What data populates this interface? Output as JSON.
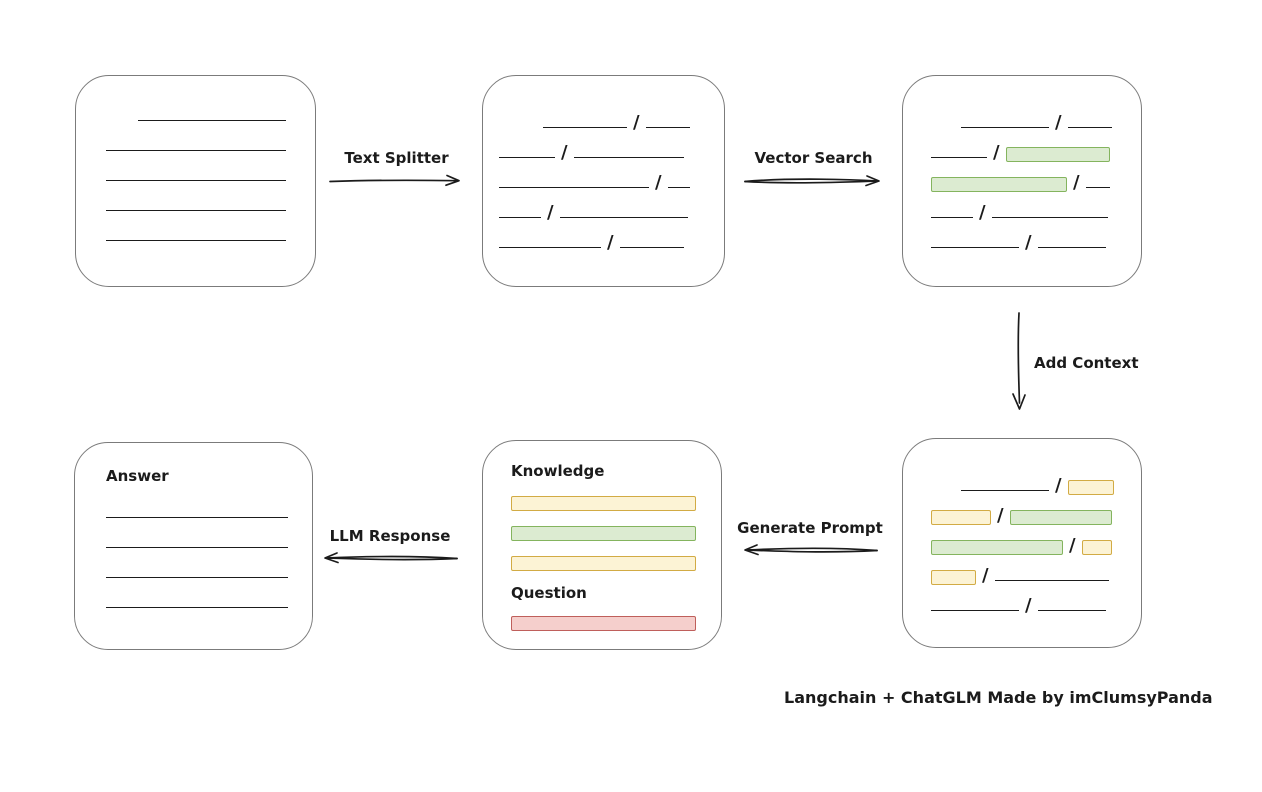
{
  "title_caption": "Langchain + ChatGLM Made by imClumsyPanda",
  "glyphs": {
    "slash": "/"
  },
  "colors": {
    "ink": "#1b1b1b",
    "node_border": "#7b7b7b",
    "green_fill": "#dcebd1",
    "green_border": "#84b45e",
    "yellow_fill": "#fcf3d5",
    "yellow_border": "#d2ab44",
    "red_fill": "#f5cfcc",
    "red_border": "#bf5f5b"
  },
  "arrows": {
    "text_splitter": {
      "label": "Text Splitter",
      "direction": "right"
    },
    "vector_search": {
      "label": "Vector Search",
      "direction": "right"
    },
    "add_context": {
      "label": "Add Context",
      "direction": "down"
    },
    "generate_prompt": {
      "label": "Generate Prompt",
      "direction": "left"
    },
    "llm_response": {
      "label": "LLM Response",
      "direction": "left"
    }
  },
  "labels": {
    "knowledge": "Knowledge",
    "question": "Question",
    "answer": "Answer"
  },
  "rows": {
    "doc": [
      [
        {
          "t": "indent",
          "w": 26
        },
        {
          "t": "line",
          "w": 148
        }
      ],
      [
        {
          "t": "line",
          "w": 180
        }
      ],
      [
        {
          "t": "line",
          "w": 180
        }
      ],
      [
        {
          "t": "line",
          "w": 180
        }
      ],
      [
        {
          "t": "line",
          "w": 180
        }
      ]
    ],
    "chunks": [
      [
        {
          "t": "indent",
          "w": 38
        },
        {
          "t": "line",
          "w": 84
        },
        {
          "t": "slash"
        },
        {
          "t": "line",
          "w": 44
        }
      ],
      [
        {
          "t": "line",
          "w": 56
        },
        {
          "t": "slash"
        },
        {
          "t": "line",
          "w": 110
        }
      ],
      [
        {
          "t": "line",
          "w": 150
        },
        {
          "t": "slash"
        },
        {
          "t": "line",
          "w": 22
        }
      ],
      [
        {
          "t": "line",
          "w": 42
        },
        {
          "t": "slash"
        },
        {
          "t": "line",
          "w": 128
        }
      ],
      [
        {
          "t": "line",
          "w": 102
        },
        {
          "t": "slash"
        },
        {
          "t": "line",
          "w": 64
        }
      ]
    ],
    "search": [
      [
        {
          "t": "indent",
          "w": 24
        },
        {
          "t": "line",
          "w": 88
        },
        {
          "t": "slash"
        },
        {
          "t": "line",
          "w": 44
        }
      ],
      [
        {
          "t": "line",
          "w": 56
        },
        {
          "t": "slash"
        },
        {
          "t": "green",
          "w": 104
        }
      ],
      [
        {
          "t": "green",
          "w": 136
        },
        {
          "t": "slash"
        },
        {
          "t": "line",
          "w": 24
        }
      ],
      [
        {
          "t": "line",
          "w": 42
        },
        {
          "t": "slash"
        },
        {
          "t": "line",
          "w": 116
        }
      ],
      [
        {
          "t": "line",
          "w": 88
        },
        {
          "t": "slash"
        },
        {
          "t": "line",
          "w": 68
        }
      ]
    ],
    "context": [
      [
        {
          "t": "indent",
          "w": 24
        },
        {
          "t": "line",
          "w": 88
        },
        {
          "t": "slash"
        },
        {
          "t": "yellow",
          "w": 46
        }
      ],
      [
        {
          "t": "yellow",
          "w": 60
        },
        {
          "t": "slash"
        },
        {
          "t": "green",
          "w": 102
        }
      ],
      [
        {
          "t": "green",
          "w": 132
        },
        {
          "t": "slash"
        },
        {
          "t": "yellow",
          "w": 30
        }
      ],
      [
        {
          "t": "yellow",
          "w": 45
        },
        {
          "t": "slash"
        },
        {
          "t": "line",
          "w": 114
        }
      ],
      [
        {
          "t": "line",
          "w": 88
        },
        {
          "t": "slash"
        },
        {
          "t": "line",
          "w": 68
        }
      ]
    ],
    "prompt_knowledge": [
      [
        {
          "t": "yellow",
          "w": 185
        }
      ],
      [
        {
          "t": "green",
          "w": 185
        }
      ],
      [
        {
          "t": "yellow",
          "w": 185
        }
      ]
    ],
    "prompt_question": [
      [
        {
          "t": "red",
          "w": 185
        }
      ]
    ],
    "answer": [
      [
        {
          "t": "line",
          "w": 182
        }
      ],
      [
        {
          "t": "line",
          "w": 182
        }
      ],
      [
        {
          "t": "line",
          "w": 182
        }
      ],
      [
        {
          "t": "line",
          "w": 182
        }
      ]
    ]
  }
}
